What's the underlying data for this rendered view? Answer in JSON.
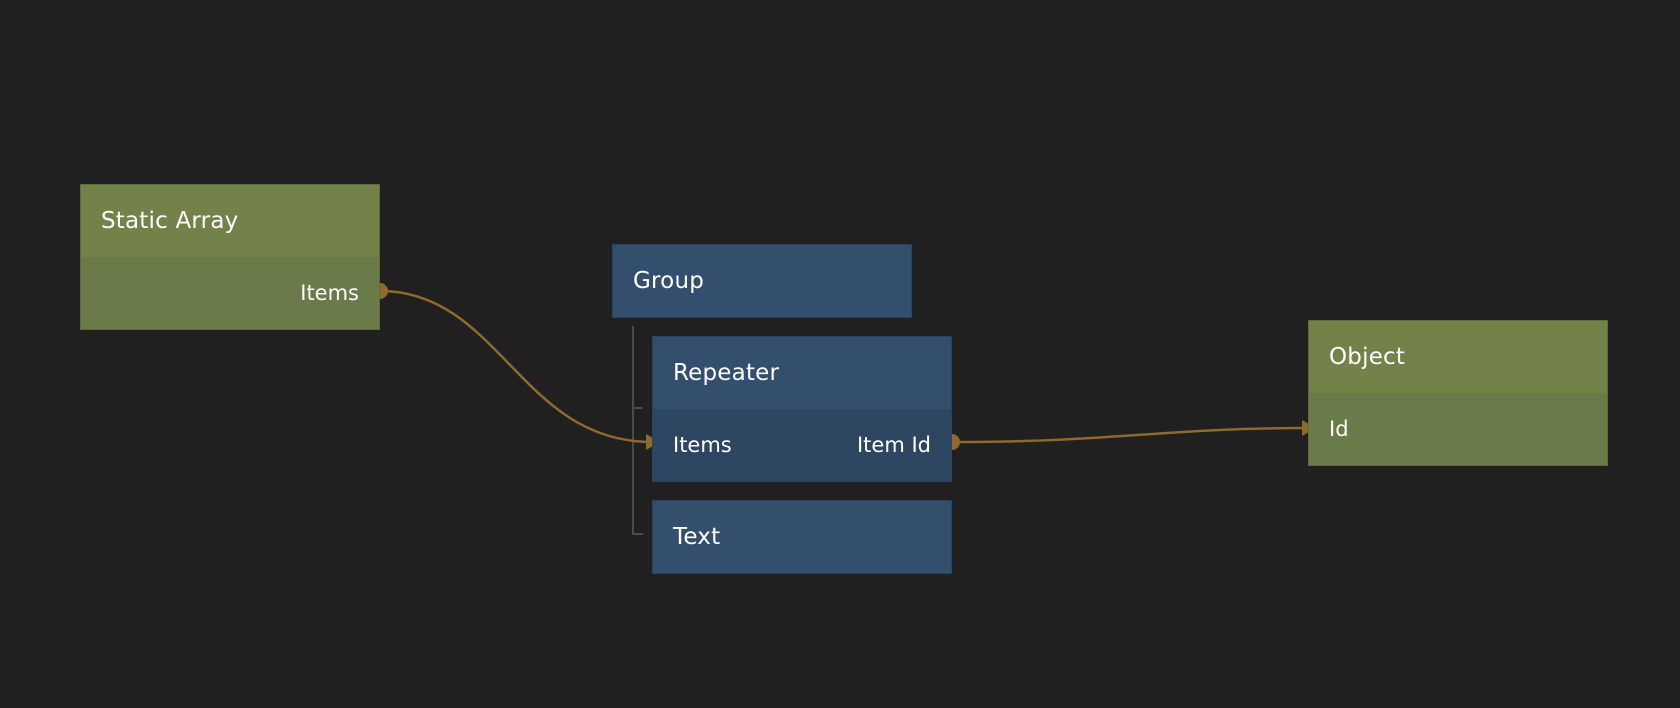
{
  "nodes": {
    "static_array": {
      "title": "Static Array",
      "outputs": [
        "Items"
      ]
    },
    "group": {
      "title": "Group"
    },
    "repeater": {
      "title": "Repeater",
      "inputs": [
        "Items"
      ],
      "outputs": [
        "Item Id"
      ]
    },
    "text": {
      "title": "Text"
    },
    "object": {
      "title": "Object",
      "inputs": [
        "Id"
      ]
    }
  },
  "colors": {
    "background": "#202020",
    "data_node_header": "#738249",
    "data_node_body": "#6a7a48",
    "visual_node_header": "#344f6e",
    "visual_node_body": "#2d4762",
    "connection": "#8f6a2c",
    "hierarchy_line": "#4a4a4a"
  }
}
